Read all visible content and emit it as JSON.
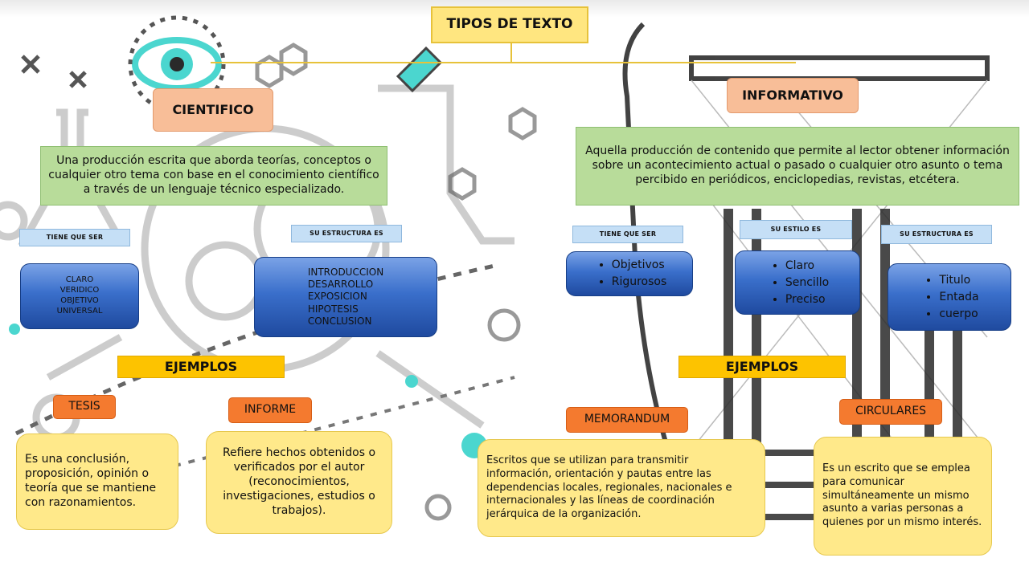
{
  "title": "TIPOS DE TEXTO",
  "cientifico": {
    "header": "CIENTIFICO",
    "definition": "Una producción escrita que aborda teorías, conceptos o cualquier otro tema con base en el conocimiento científico a través de un lenguaje técnico especializado.",
    "tiene_label": "TIENE QUE SER",
    "tiene_items": [
      "CLARO",
      "VERIDICO",
      "OBJETIVO",
      "UNIVERSAL"
    ],
    "estructura_label": "SU ESTRUCTURA ES",
    "estructura_items": [
      "INTRODUCCION",
      "DESARROLLO",
      "EXPOSICION",
      "HIPOTESIS",
      "CONCLUSION"
    ],
    "ejemplos_label": "EJEMPLOS",
    "examples": [
      {
        "name": "TESIS",
        "text": "Es una conclusión, proposición, opinión o teoría que se mantiene con razonamientos."
      },
      {
        "name": "INFORME",
        "text": "Refiere hechos obtenidos o verificados por el autor (reconocimientos, investigaciones, estudios o trabajos)."
      }
    ]
  },
  "informativo": {
    "header": "INFORMATIVO",
    "definition": "Aquella producción de contenido que permite al lector obtener información sobre un acontecimiento actual o pasado o cualquier otro asunto o tema percibido en periódicos, enciclopedias, revistas, etcétera.",
    "tiene_label": "TIENE QUE SER",
    "tiene_items": [
      "Objetivos",
      "Rigurosos"
    ],
    "estilo_label": "SU ESTILO ES",
    "estilo_items": [
      "Claro",
      "Sencillo",
      "Preciso"
    ],
    "estructura_label": "SU ESTRUCTURA ES",
    "estructura_items": [
      "Titulo",
      "Entada",
      "cuerpo"
    ],
    "ejemplos_label": "EJEMPLOS",
    "examples": [
      {
        "name": "MEMORANDUM",
        "text": "Escritos que se utilizan para transmitir información, orientación y pautas entre las dependencias locales, regionales, nacionales e internacionales y las líneas de coordinación jerárquica de la organización."
      },
      {
        "name": "CIRCULARES",
        "text": "Es un escrito que se emplea para comunicar simultáneamente un mismo asunto a varias personas a quienes por un mismo interés."
      }
    ]
  },
  "colors": {
    "title_fill": "#ffe680",
    "header_fill": "#f8be98",
    "definition_fill": "#b8dc9a",
    "label_fill": "#c5dff6",
    "list_fill": "#3a6fcb",
    "ejemplos_fill": "#fdc300",
    "example_name_fill": "#f47a2f",
    "example_text_fill": "#ffe98a",
    "connector": "#e7c23a"
  }
}
